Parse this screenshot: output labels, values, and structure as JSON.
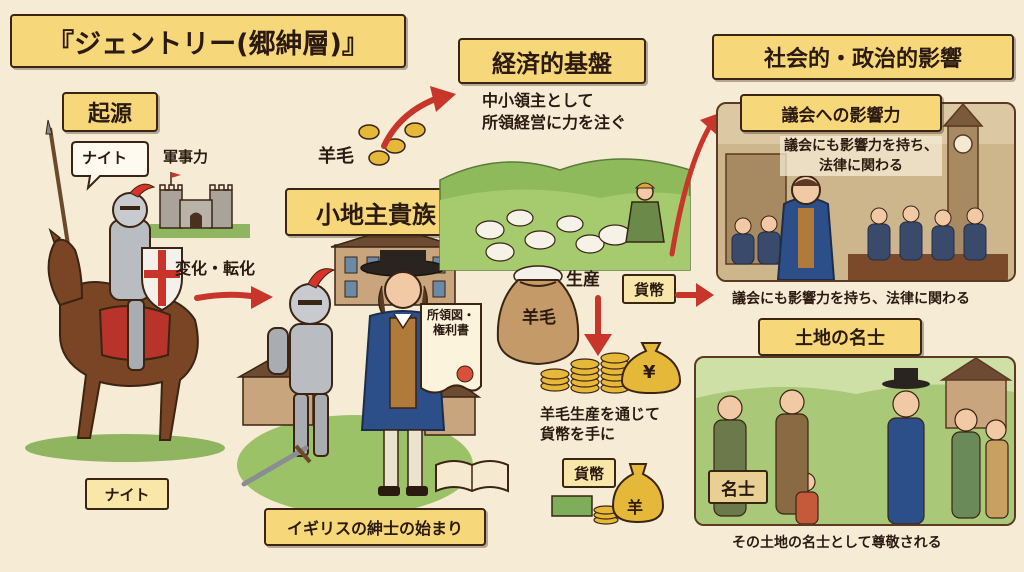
{
  "title": "『ジェントリー(郷紳層)』",
  "origin": {
    "header": "起源",
    "speech": "ナイト",
    "military_power": "軍事力",
    "knight_caption": "ナイト",
    "transition": "変化・転化"
  },
  "center": {
    "wool": "羊毛",
    "class_banner": "小地主貴族",
    "document": "所領図・権利書",
    "bottom_banner": "イギリスの紳士の始まり"
  },
  "economic": {
    "header": "経済的基盤",
    "management": "中小領主として\n所領経営に力を注ぐ",
    "sack_label": "羊毛",
    "production": "生産",
    "currency_tag": "貨幣",
    "yen_glyph": "¥",
    "through_wool": "羊毛生産を通じて\n貨幣を手に",
    "currency_tag2": "貨幣",
    "sack_glyph": "羊"
  },
  "social": {
    "header": "社会的・政治的影響",
    "parliament_banner": "議会への影響力",
    "parliament_text": "議会にも影響力を持ち、\n法律に関わる",
    "parliament_caption": "議会にも影響力を持ち、法律に関わる",
    "local_banner": "土地の名士",
    "meishi_sign": "名士",
    "local_caption": "その土地の名士として尊敬される"
  }
}
